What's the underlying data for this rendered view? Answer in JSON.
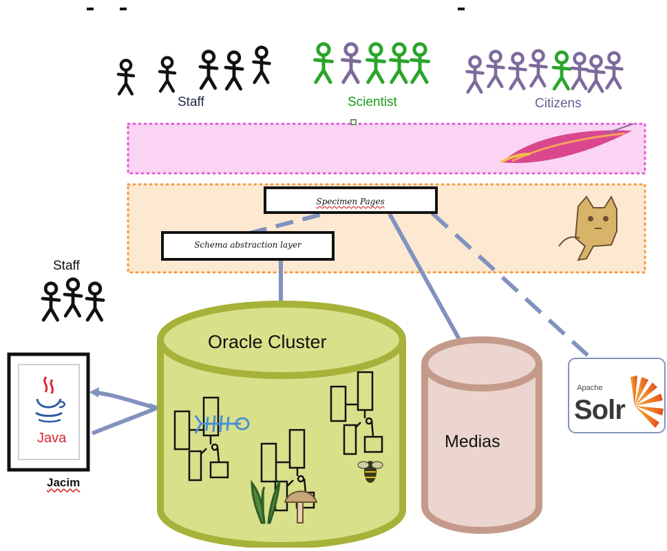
{
  "groups": {
    "staff": "Staff",
    "scientist": "Scientist",
    "citizens": "Citizens"
  },
  "layers": {
    "specimen_pages": "Specimen Pages",
    "schema_layer": "Schema abstraction layer"
  },
  "side_group": "Staff",
  "databases": {
    "oracle": "Oracle Cluster",
    "medias": "Medias"
  },
  "client": {
    "logo_text": "Java",
    "name": "Jacim"
  },
  "search": {
    "vendor": "Apache",
    "product": "Solr"
  },
  "colors": {
    "staff_figure": "#111111",
    "scientist_figure": "#2aa52a",
    "citizen_figure": "#7d6a9c",
    "apache_band": "#fbd4f4",
    "tomcat_band": "#fde9d2",
    "connector": "#8192bd",
    "oracle_fill": "#d9e08a",
    "oracle_stroke": "#a7b23a",
    "medias_fill": "#ecd5cf",
    "medias_stroke": "#c49a8a"
  }
}
